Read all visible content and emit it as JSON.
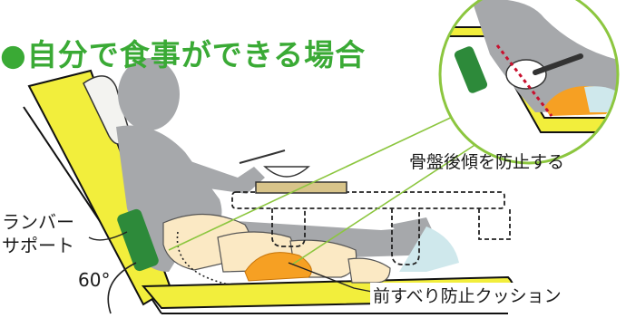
{
  "title": "●自分で食事ができる場合",
  "labels": {
    "lumbar_support_line1": "ランバー",
    "lumbar_support_line2": "サポート",
    "backrest_angle": "60°",
    "pelvic_tilt_prevention": "骨盤後傾を防止する",
    "anti_slip_cushion": "前すべり防止クッション"
  },
  "colors": {
    "title_green": "#3aaa35",
    "mattress_yellow": "#f2ee3c",
    "support_green": "#2d8a3a",
    "cushion_orange": "#f6a023",
    "body_gray": "#a6a8ab",
    "leader_green": "#8cc63f",
    "pelvis_line_red": "#c8102e"
  }
}
